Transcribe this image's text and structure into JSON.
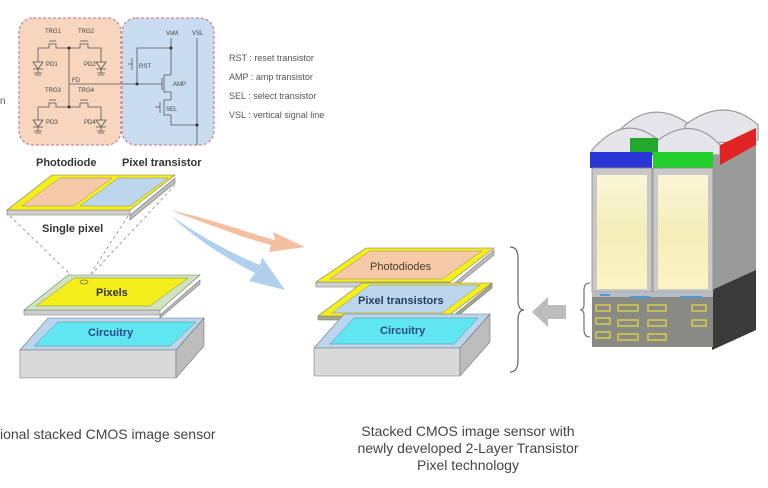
{
  "circuit": {
    "photodiode_labels": [
      "TRG1",
      "TRG2",
      "TRG3",
      "TRG4",
      "PD1",
      "PD2",
      "PD3",
      "PD4",
      "FD"
    ],
    "transistor_labels": [
      "VoM",
      "VSL",
      "RST",
      "AMP",
      "SEL"
    ],
    "section_photodiode": "Photodiode",
    "section_transistor": "Pixel transistor",
    "cropped_left_text": "n"
  },
  "legend": [
    {
      "key": "RST",
      "desc": "reset transistor"
    },
    {
      "key": "AMP",
      "desc": "amp transistor"
    },
    {
      "key": "SEL",
      "desc": "select transistor"
    },
    {
      "key": "VSL",
      "desc": "vertical signal line"
    }
  ],
  "left_diagram": {
    "single_pixel_label": "Single pixel",
    "pixels_label": "Pixels",
    "circuitry_label": "Circuitry",
    "caption": "ional stacked CMOS image sensor"
  },
  "middle_diagram": {
    "photodiodes_label": "Photodiodes",
    "pixel_transistors_label": "Pixel transistors",
    "circuitry_label": "Circuitry",
    "caption_lines": [
      "Stacked CMOS image sensor with",
      "newly developed 2-Layer Transistor",
      "Pixel technology"
    ]
  },
  "colors": {
    "photodiode": "#f6c9a8",
    "transistor": "#bcd6ee",
    "yellow": "#f4ee1a",
    "cyan": "#5fe6f0",
    "gray_box": "#d8d8d8",
    "arrow_orange": "#f3b896",
    "arrow_blue": "#a9cbeb",
    "arrow_gray": "#bdbdbd",
    "cf_blue": "#2a35d6",
    "cf_green": "#22d12c",
    "cf_red": "#e02424"
  }
}
